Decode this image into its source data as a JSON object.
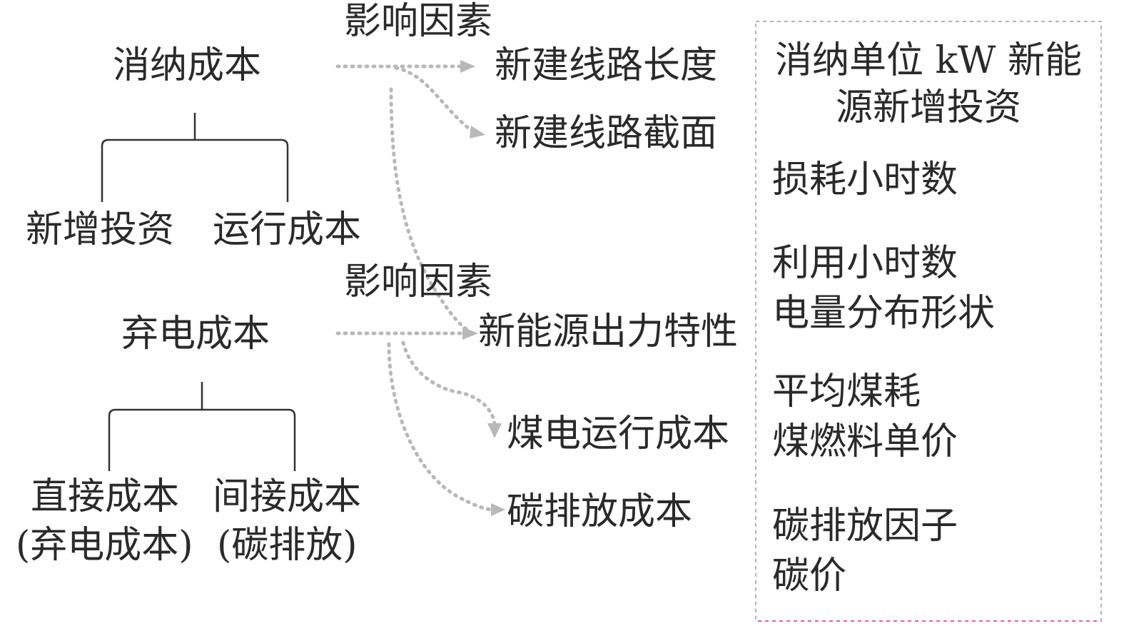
{
  "top_group": {
    "factors_label": "影响因素",
    "root": "消纳成本",
    "children": [
      "新增投资",
      "运行成本"
    ],
    "factors": [
      "新建线路长度",
      "新建线路截面"
    ]
  },
  "bottom_group": {
    "factors_label": "影响因素",
    "root": "弃电成本",
    "children": [
      {
        "label": "直接成本",
        "sub": "(弃电成本)"
      },
      {
        "label": "间接成本",
        "sub": "(碳排放)"
      }
    ],
    "factors": [
      "新能源出力特性",
      "煤电运行成本",
      "碳排放成本"
    ]
  },
  "right_panel": {
    "title": "消纳单位 kW 新能源新增投资",
    "items": [
      "损耗小时数",
      "利用小时数",
      "电量分布形状",
      "平均煤耗",
      "煤燃料单价",
      "碳排放因子",
      "碳价"
    ]
  },
  "colors": {
    "text": "#2a2a2a",
    "tree_lines": "#333333",
    "dotted_arrows": "#b8b8b8",
    "panel_border": "#9a9a9a",
    "panel_bottom_border": "#e0609a"
  }
}
